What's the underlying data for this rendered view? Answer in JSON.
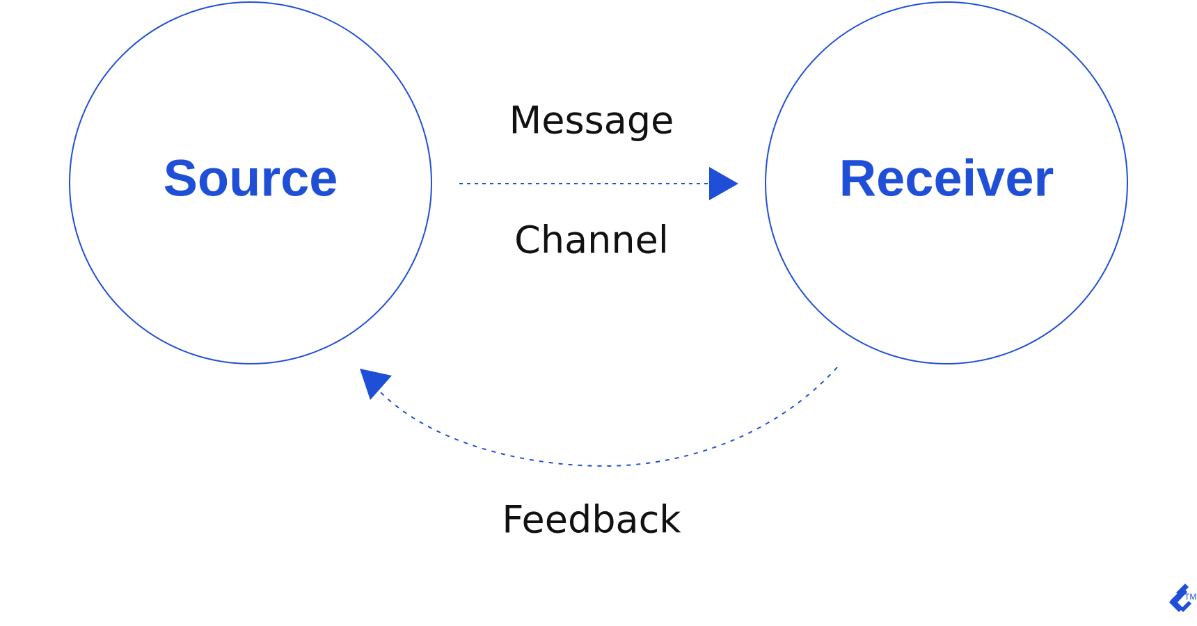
{
  "diagram": {
    "nodes": {
      "source": {
        "label": "Source"
      },
      "receiver": {
        "label": "Receiver"
      }
    },
    "edges": {
      "message": {
        "label": "Message"
      },
      "channel": {
        "label": "Channel"
      },
      "feedback": {
        "label": "Feedback"
      }
    },
    "logo": {
      "trademark": "TM",
      "name": "toptal-logo-icon"
    }
  },
  "colors": {
    "accent": "#1f4fd6",
    "text": "#111111",
    "background": "#ffffff"
  }
}
